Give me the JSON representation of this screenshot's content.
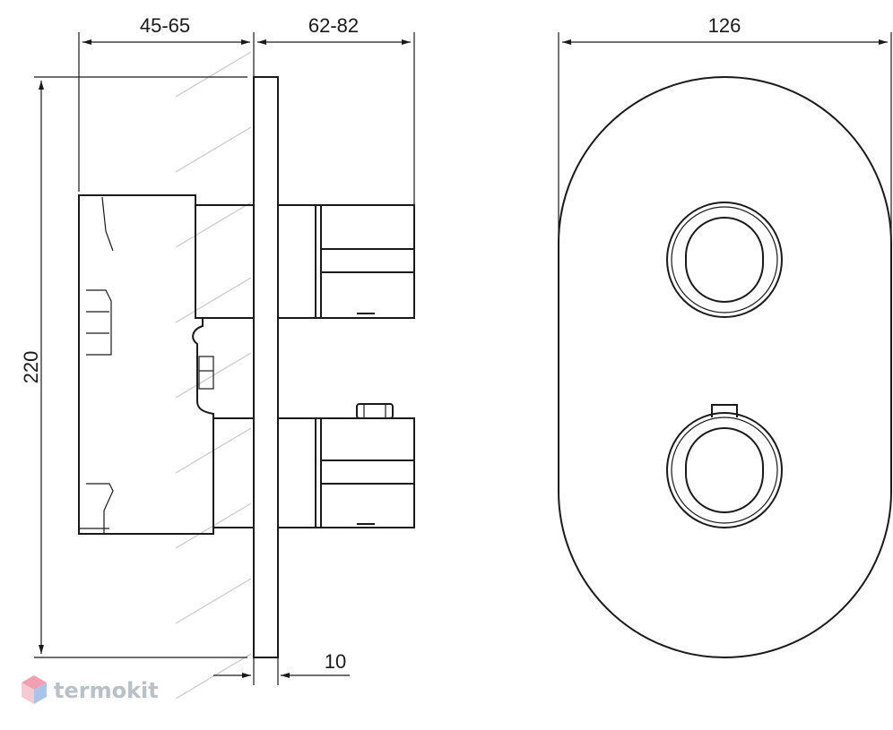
{
  "dimensions": {
    "depth_min_max": "45-65",
    "protrusion_min_max": "62-82",
    "cover_width": "126",
    "cover_height": "220",
    "plate_thickness": "10"
  },
  "watermark": {
    "brand": "termokit",
    "logo_icon": "cube-icon",
    "colors": {
      "top": "#f0a0b0",
      "left": "#f7c9d2",
      "right": "#a9c4e8"
    }
  },
  "colors": {
    "line": "#1a1a1a",
    "hatch": "#c9c9c9"
  }
}
